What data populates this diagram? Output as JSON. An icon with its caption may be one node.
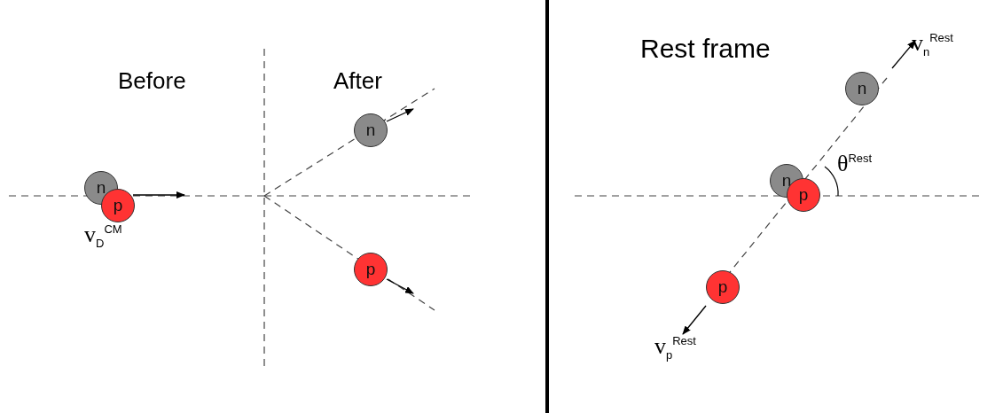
{
  "diagram": {
    "nodes": [
      {
        "text": [
          "n"
        ]
      },
      {
        "text": [
          "p"
        ]
      },
      {
        "text": [
          "n"
        ]
      },
      {
        "text": [
          "p"
        ]
      },
      {
        "text": [
          "n"
        ]
      },
      {
        "text": [
          "n"
        ]
      },
      {
        "text": [
          "p"
        ]
      },
      {
        "text": [
          "p"
        ]
      }
    ],
    "labels": [
      "Before",
      "After",
      "Rest frame",
      "v$_{n}$$^{Rest}$",
      "θ$^{Rest}$",
      "v$_{D}$$^{CM}$",
      "v$_{p}$$^{Rest}$"
    ]
  }
}
